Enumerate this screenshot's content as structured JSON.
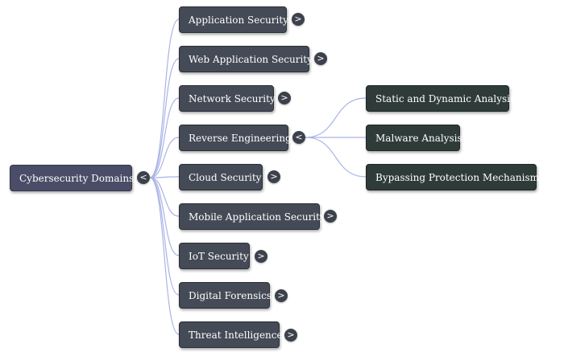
{
  "root": {
    "label": "Cybersecurity Domains",
    "toggle": "<"
  },
  "children": [
    {
      "label": "Application Security",
      "toggle": ">"
    },
    {
      "label": "Web Application Security",
      "toggle": ">"
    },
    {
      "label": "Network Security",
      "toggle": ">"
    },
    {
      "label": "Reverse Engineering",
      "toggle": "<",
      "children": [
        {
          "label": "Static and Dynamic Analysis"
        },
        {
          "label": "Malware Analysis"
        },
        {
          "label": "Bypassing Protection Mechanisms"
        }
      ]
    },
    {
      "label": "Cloud Security",
      "toggle": ">"
    },
    {
      "label": "Mobile Application Security",
      "toggle": ">"
    },
    {
      "label": "IoT Security",
      "toggle": ">"
    },
    {
      "label": "Digital Forensics",
      "toggle": ">"
    },
    {
      "label": "Threat Intelligence",
      "toggle": ">"
    }
  ],
  "colors": {
    "link": "#a9b4e6",
    "root_node": "#4a4d67",
    "level1_node": "#444a56",
    "level2_node": "#2f3b38"
  }
}
